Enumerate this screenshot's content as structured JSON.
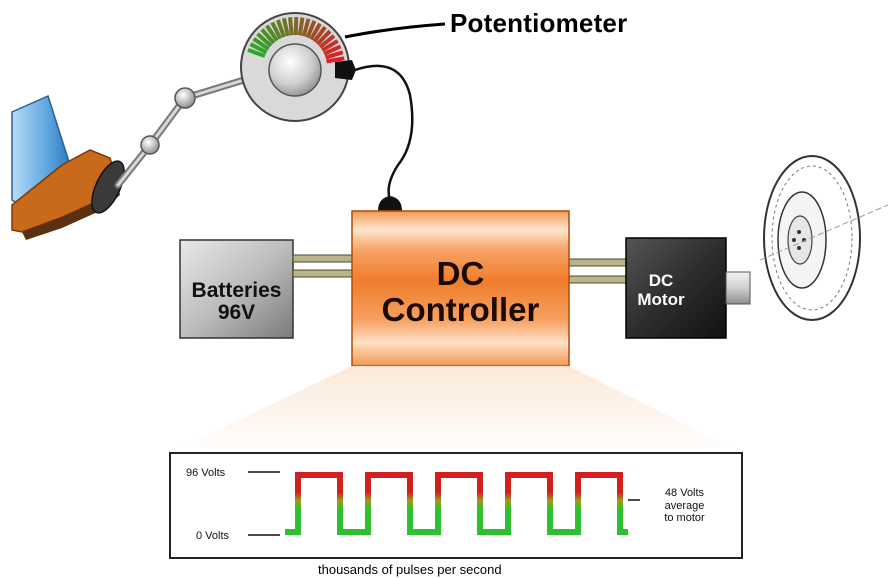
{
  "labels": {
    "potentiometer": "Potentiometer",
    "batteries_line1": "Batteries",
    "batteries_line2": "96V",
    "controller_line1": "DC",
    "controller_line2": "Controller",
    "motor_line1": "DC",
    "motor_line2": "Motor"
  },
  "graph": {
    "high_label": "96 Volts",
    "low_label": "0 Volts",
    "avg_line1": "48 Volts",
    "avg_line2": "average",
    "avg_line3": "to motor",
    "caption": "thousands of pulses per second"
  },
  "colors": {
    "high_signal": "#d21f1f",
    "low_signal": "#2fc02f",
    "controller": "#f07a2a",
    "motor": "#2b2b2b",
    "batteries": "#9a9a9a"
  }
}
